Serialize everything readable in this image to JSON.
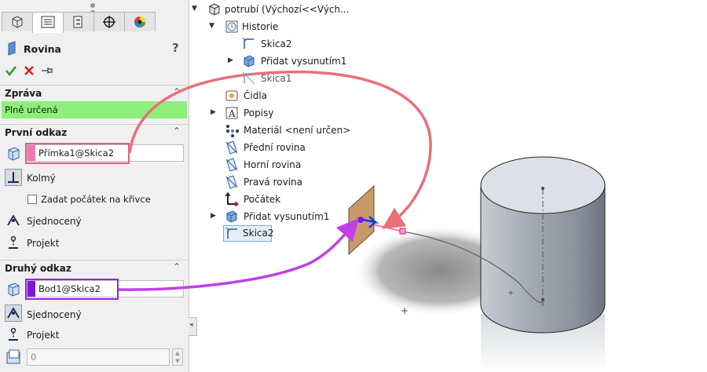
{
  "pm": {
    "tabs": [
      {
        "name": "feature-manager-tab",
        "icon": "feature-manager-icon"
      },
      {
        "name": "property-manager-tab",
        "icon": "property-manager-icon"
      },
      {
        "name": "configuration-manager-tab",
        "icon": "configuration-manager-icon"
      },
      {
        "name": "dimxpert-tab",
        "icon": "target-icon"
      },
      {
        "name": "display-manager-tab",
        "icon": "appearance-icon"
      }
    ],
    "title": "Rovina",
    "help": "?",
    "message": {
      "header": "Zpráva",
      "text": "Plně určená",
      "color": "#8ef07a"
    },
    "first_ref": {
      "header": "První odkaz",
      "value": "Přímka1@Skica2",
      "swatch_color": "#f07ab0",
      "options": [
        "Kolmý",
        "Sjednocený",
        "Projekt"
      ],
      "checkbox_label": "Zadat počátek na křivce"
    },
    "second_ref": {
      "header": "Druhý odkaz",
      "value": "Bod1@Skica2",
      "swatch_color": "#7a1ad6",
      "options": [
        "Sjednocený",
        "Projekt"
      ],
      "count_value": "0"
    }
  },
  "tree": {
    "root": "potrubí  (Výchozí<<Vých...",
    "items": [
      {
        "label": "Historie",
        "icon": "history-icon"
      },
      {
        "label": "Skica2",
        "icon": "sketch-icon"
      },
      {
        "label": "Přidat vysunutím1",
        "icon": "extrude-icon"
      },
      {
        "label": "Skica1",
        "icon": "sketch-icon"
      },
      {
        "label": "Čidla",
        "icon": "sensors-icon"
      },
      {
        "label": "Popisy",
        "icon": "annotations-icon"
      },
      {
        "label": "Materiál <není určen>",
        "icon": "material-icon"
      },
      {
        "label": "Přední rovina",
        "icon": "plane-icon"
      },
      {
        "label": "Horní rovina",
        "icon": "plane-icon"
      },
      {
        "label": "Pravá rovina",
        "icon": "plane-icon"
      },
      {
        "label": "Počátek",
        "icon": "origin-icon"
      },
      {
        "label": "Přidat vysunutím1",
        "icon": "extrude-icon"
      },
      {
        "label": "Skica2",
        "icon": "sketch-icon"
      }
    ]
  },
  "colors": {
    "first_arrow": "#e8707a",
    "second_arrow": "#c040e8",
    "first_box": "#e0607a",
    "second_box": "#a020e0",
    "plane": "#c89a6a",
    "cylinder": "#b8bcc6"
  }
}
